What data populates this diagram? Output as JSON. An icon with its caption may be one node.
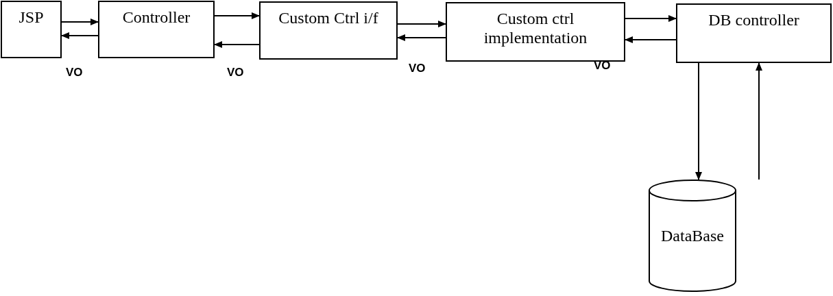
{
  "diagram": {
    "nodes": [
      {
        "text": [
          "JSP"
        ]
      },
      {
        "text": [
          "Controller"
        ]
      },
      {
        "text": [
          "Custom Ctrl i/f"
        ]
      },
      {
        "text": [
          "Custom ctrl implementation"
        ]
      },
      {
        "text": [
          "DB controller"
        ]
      },
      {
        "text": [
          "DataBase"
        ]
      }
    ],
    "edges": [
      {
        "from": 0,
        "to": 1,
        "arrow": "to"
      },
      {
        "from": 1,
        "to": 0,
        "arrow": "to"
      },
      {
        "from": 1,
        "to": 2,
        "arrow": "to"
      },
      {
        "from": 2,
        "to": 1,
        "arrow": "to"
      },
      {
        "from": 2,
        "to": 3,
        "arrow": "to"
      },
      {
        "from": 3,
        "to": 2,
        "arrow": "to"
      },
      {
        "from": 3,
        "to": 4,
        "arrow": "to"
      },
      {
        "from": 4,
        "to": 3,
        "arrow": "to"
      },
      {
        "from": 4,
        "to": 5,
        "arrow": "to"
      },
      {
        "from": 5,
        "to": 4,
        "arrow": "to"
      }
    ],
    "labels": [
      "VO",
      "VO",
      "VO",
      "VO"
    ]
  }
}
